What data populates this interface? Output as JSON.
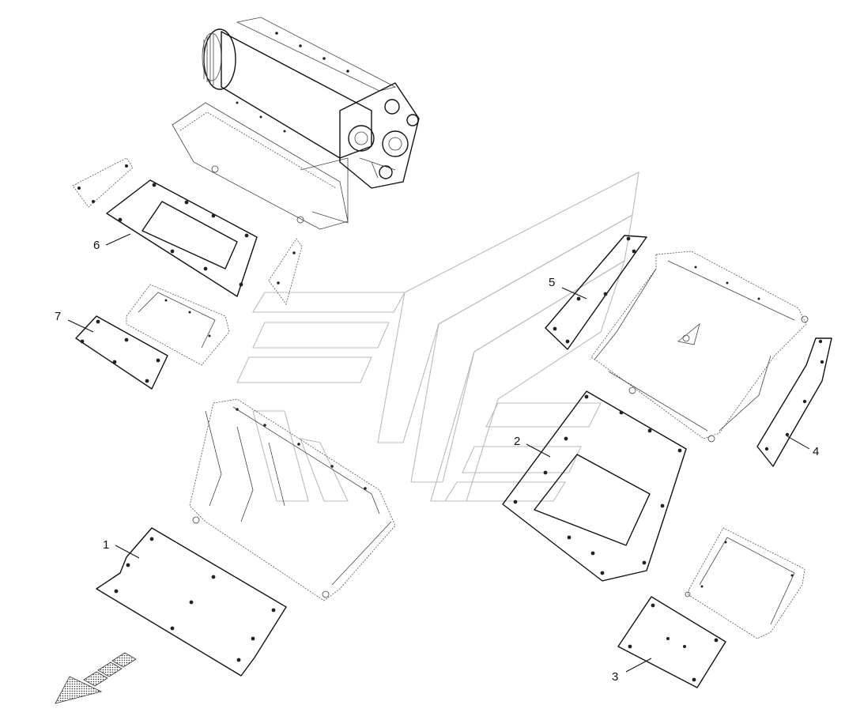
{
  "callouts": {
    "c1": "1",
    "c2": "2",
    "c3": "3",
    "c4": "4",
    "c5": "5",
    "c6": "6",
    "c7": "7"
  },
  "icons": {
    "direction": "direction-arrow-icon"
  }
}
